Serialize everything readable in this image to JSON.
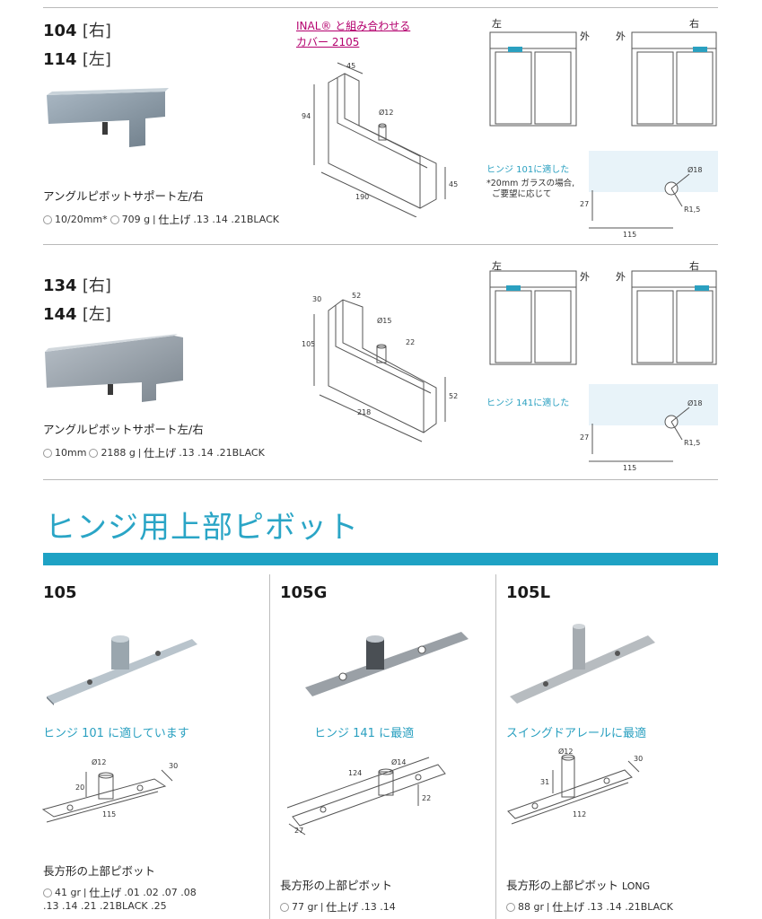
{
  "product_104": {
    "code_r": "104",
    "side_r": "[右]",
    "code_l": "114",
    "side_l": "[左]",
    "name": "アングルピボットサポート左/右",
    "spec_size": "10/20mm*",
    "spec_weight": "709 g",
    "finish_label": "仕上げ",
    "finish_codes": ".13 .14 .21BLACK",
    "note_inal": "INAL® と組み合わせる",
    "note_cover": "カバー 2105",
    "hinge_note": "ヒンジ 101に適した",
    "glass_note_1": "*20mm ガラスの場合,",
    "glass_note_2": "ご要望に応じて",
    "dims": {
      "a": "45",
      "b": "94",
      "c": "190",
      "d": "45",
      "pin": "Ø12"
    },
    "door_left_label": "左",
    "door_right_label": "右",
    "out_label": "外",
    "detail_dims": {
      "dia": "Ø18",
      "r": "R1,5",
      "h": "27",
      "w": "115"
    }
  },
  "product_134": {
    "code_r": "134",
    "side_r": "[右]",
    "code_l": "144",
    "side_l": "[左]",
    "name": "アングルピボットサポート左/右",
    "spec_size": "10mm",
    "spec_weight": "2188 g",
    "finish_label": "仕上げ",
    "finish_codes": ".13 .14 .21BLACK",
    "hinge_note": "ヒンジ 141に適した",
    "dims": {
      "a": "30",
      "b": "52",
      "c": "105",
      "d": "218",
      "e": "52",
      "f": "22",
      "pin": "Ø15"
    },
    "door_left_label": "左",
    "door_right_label": "右",
    "out_label": "外",
    "detail_dims": {
      "dia": "Ø18",
      "r": "R1,5",
      "h": "27",
      "w": "115"
    }
  },
  "section": {
    "title": "ヒンジ用上部ピボット"
  },
  "pivot_105": {
    "code": "105",
    "tagline": "ヒンジ 101 に適しています",
    "name": "長方形の上部ピボット",
    "weight": "41 gr",
    "finish_label": "仕上げ",
    "finish_codes_1": ".01 .02 .07 .08",
    "finish_codes_2": ".13 .14 .21 .21BLACK .25",
    "dims": {
      "pin": "Ø12",
      "h": "20",
      "w": "30",
      "l": "115"
    }
  },
  "pivot_105g": {
    "code": "105G",
    "tagline": "ヒンジ 141 に最適",
    "name": "長方形の上部ピボット",
    "weight": "77 gr",
    "finish_label": "仕上げ",
    "finish_codes": ".13 .14",
    "dims": {
      "pin": "Ø14",
      "l": "124",
      "w": "27",
      "h": "22"
    }
  },
  "pivot_105l": {
    "code": "105L",
    "tagline": "スイングドアレールに最適",
    "name": "長方形の上部ピボット",
    "name_suffix": "LONG",
    "weight": "88 gr",
    "finish_label": "仕上げ",
    "finish_codes": ".13 .14 .21BLACK",
    "dims": {
      "pin": "Ø12",
      "h": "31",
      "w": "30",
      "l": "112"
    }
  }
}
